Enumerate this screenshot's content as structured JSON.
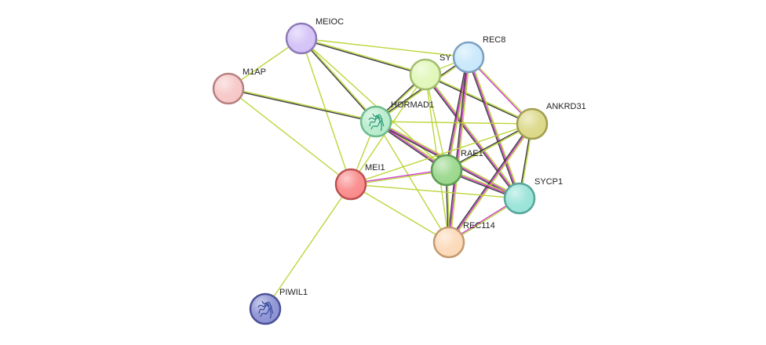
{
  "network": {
    "nodes": [
      {
        "id": "MEIOC",
        "label": "MEIOC",
        "color": "#d3c2f7",
        "stroke": "#8d79b5"
      },
      {
        "id": "M1AP",
        "label": "M1AP",
        "color": "#f7c7c7",
        "stroke": "#b88080"
      },
      {
        "id": "SYCE",
        "label": "SY",
        "color": "#e0f7b8",
        "stroke": "#a1bd6e"
      },
      {
        "id": "REC8",
        "label": "REC8",
        "color": "#c8e8fb",
        "stroke": "#7c9fc1"
      },
      {
        "id": "HORMAD1",
        "label": "HORMAD1",
        "color": "#b8eccc",
        "stroke": "#6dbb8c",
        "structure": true
      },
      {
        "id": "ANKRD31",
        "label": "ANKRD31",
        "color": "#dcd887",
        "stroke": "#a19d4f"
      },
      {
        "id": "RAE1",
        "label": "RAE1",
        "color": "#9ad88c",
        "stroke": "#5c9b54"
      },
      {
        "id": "MEI1",
        "label": "MEI1",
        "color": "#fa8a8a",
        "stroke": "#bd4f4f"
      },
      {
        "id": "SYCP1",
        "label": "SYCP1",
        "color": "#99e3d8",
        "stroke": "#57a598"
      },
      {
        "id": "REC114",
        "label": "REC114",
        "color": "#fcd9b8",
        "stroke": "#c49a6f"
      },
      {
        "id": "PIWIL1",
        "label": "PIWIL1",
        "color": "#8d93d4",
        "stroke": "#4b5098",
        "structure": true
      }
    ],
    "edges": [
      {
        "a": "MEIOC",
        "b": "M1AP",
        "colors": [
          "#b8d430"
        ]
      },
      {
        "a": "MEIOC",
        "b": "SYCE",
        "colors": [
          "#b8d430",
          "#333333"
        ]
      },
      {
        "a": "MEIOC",
        "b": "REC8",
        "colors": [
          "#b8d430"
        ]
      },
      {
        "a": "MEIOC",
        "b": "HORMAD1",
        "colors": [
          "#b8d430",
          "#333333"
        ]
      },
      {
        "a": "MEIOC",
        "b": "MEI1",
        "colors": [
          "#b8d430"
        ]
      },
      {
        "a": "MEIOC",
        "b": "RAE1",
        "colors": [
          "#b8d430"
        ]
      },
      {
        "a": "M1AP",
        "b": "HORMAD1",
        "colors": [
          "#b8d430",
          "#333333"
        ]
      },
      {
        "a": "M1AP",
        "b": "MEI1",
        "colors": [
          "#b8d430"
        ]
      },
      {
        "a": "SYCE",
        "b": "REC8",
        "colors": [
          "#b8d430"
        ]
      },
      {
        "a": "SYCE",
        "b": "HORMAD1",
        "colors": [
          "#b8d430",
          "#333333"
        ]
      },
      {
        "a": "SYCE",
        "b": "ANKRD31",
        "colors": [
          "#b8d430",
          "#333333"
        ]
      },
      {
        "a": "SYCE",
        "b": "RAE1",
        "colors": [
          "#b8d430"
        ]
      },
      {
        "a": "SYCE",
        "b": "SYCP1",
        "colors": [
          "#b8d430",
          "#cc33cc",
          "#333333"
        ]
      },
      {
        "a": "SYCE",
        "b": "REC114",
        "colors": [
          "#b8d430"
        ]
      },
      {
        "a": "SYCE",
        "b": "MEI1",
        "colors": [
          "#b8d430"
        ]
      },
      {
        "a": "REC8",
        "b": "HORMAD1",
        "colors": [
          "#b8d430",
          "#333333"
        ]
      },
      {
        "a": "REC8",
        "b": "ANKRD31",
        "colors": [
          "#b8d430",
          "#cc33cc"
        ]
      },
      {
        "a": "REC8",
        "b": "RAE1",
        "colors": [
          "#b8d430",
          "#cc33cc",
          "#333333"
        ]
      },
      {
        "a": "REC8",
        "b": "SYCP1",
        "colors": [
          "#b8d430",
          "#cc33cc",
          "#333333"
        ]
      },
      {
        "a": "REC8",
        "b": "REC114",
        "colors": [
          "#b8d430",
          "#cc33cc",
          "#333333"
        ]
      },
      {
        "a": "HORMAD1",
        "b": "ANKRD31",
        "colors": [
          "#b8d430"
        ]
      },
      {
        "a": "HORMAD1",
        "b": "RAE1",
        "colors": [
          "#b8d430",
          "#cc33cc",
          "#333333"
        ]
      },
      {
        "a": "HORMAD1",
        "b": "SYCP1",
        "colors": [
          "#b8d430",
          "#cc33cc",
          "#333333"
        ]
      },
      {
        "a": "HORMAD1",
        "b": "REC114",
        "colors": [
          "#b8d430"
        ]
      },
      {
        "a": "HORMAD1",
        "b": "MEI1",
        "colors": [
          "#b8d430"
        ]
      },
      {
        "a": "ANKRD31",
        "b": "RAE1",
        "colors": [
          "#b8d430",
          "#333333"
        ]
      },
      {
        "a": "ANKRD31",
        "b": "SYCP1",
        "colors": [
          "#b8d430",
          "#333333"
        ]
      },
      {
        "a": "ANKRD31",
        "b": "REC114",
        "colors": [
          "#b8d430",
          "#cc33cc",
          "#333333"
        ]
      },
      {
        "a": "ANKRD31",
        "b": "MEI1",
        "colors": [
          "#b8d430"
        ]
      },
      {
        "a": "RAE1",
        "b": "SYCP1",
        "colors": [
          "#b8d430",
          "#cc33cc",
          "#333333"
        ]
      },
      {
        "a": "RAE1",
        "b": "REC114",
        "colors": [
          "#b8d430",
          "#333333"
        ]
      },
      {
        "a": "RAE1",
        "b": "MEI1",
        "colors": [
          "#b8d430",
          "#cc33cc"
        ]
      },
      {
        "a": "SYCP1",
        "b": "REC114",
        "colors": [
          "#b8d430",
          "#cc33cc"
        ]
      },
      {
        "a": "MEI1",
        "b": "SYCP1",
        "colors": [
          "#b8d430"
        ]
      },
      {
        "a": "MEI1",
        "b": "REC114",
        "colors": [
          "#b8d430"
        ]
      },
      {
        "a": "MEI1",
        "b": "PIWIL1",
        "colors": [
          "#b8d430"
        ]
      }
    ]
  }
}
